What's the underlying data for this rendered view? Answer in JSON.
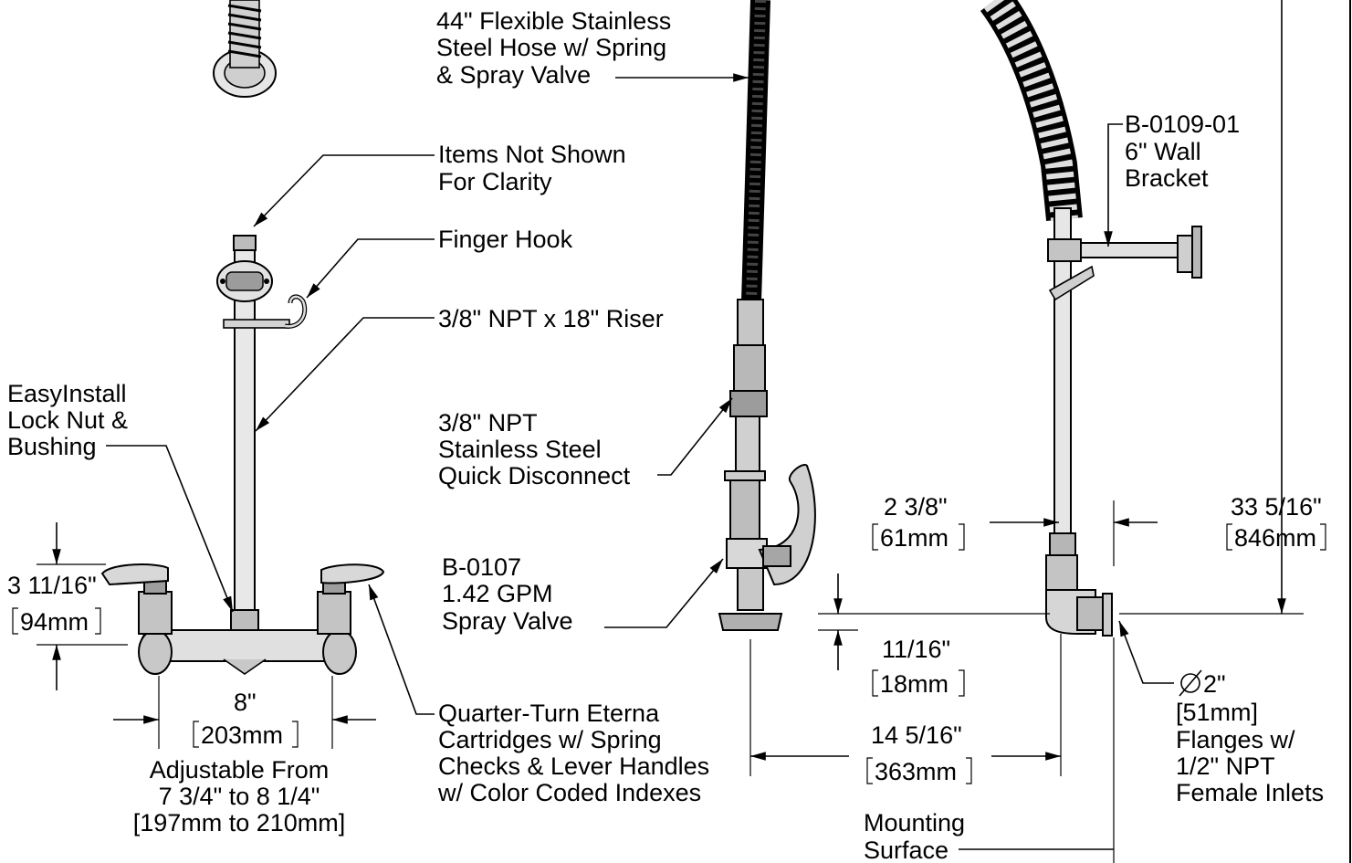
{
  "callouts": {
    "hose": [
      "44\" Flexible Stainless",
      "Steel Hose w/ Spring",
      "& Spray Valve"
    ],
    "items_not_shown": [
      "Items Not Shown",
      "For Clarity"
    ],
    "finger_hook": [
      "Finger Hook"
    ],
    "riser": [
      "3/8\" NPT x 18\" Riser"
    ],
    "lock_nut": [
      "EasyInstall",
      "Lock Nut &",
      "Bushing"
    ],
    "quick_disconnect": [
      "3/8\" NPT",
      "Stainless Steel",
      "Quick Disconnect"
    ],
    "spray_valve": [
      "B-0107",
      "1.42 GPM",
      "Spray Valve"
    ],
    "cartridges": [
      "Quarter-Turn Eterna",
      "Cartridges w/ Spring",
      "Checks & Lever Handles",
      "w/ Color Coded Indexes"
    ],
    "wall_bracket": [
      "B-0109-01",
      "6\" Wall",
      "Bracket"
    ],
    "flanges": [
      "[51mm]",
      "Flanges w/",
      "1/2\" NPT",
      "Female Inlets"
    ],
    "flange_dia": "2\"",
    "mounting_surface": [
      "Mounting",
      "Surface"
    ]
  },
  "dimensions": {
    "height_valve": {
      "imperial": "3 11/16\"",
      "metric": "94mm"
    },
    "center": {
      "imperial": "8\"",
      "metric": "203mm"
    },
    "adjustable": [
      "Adjustable From",
      "7 3/4\" to 8 1/4\"",
      "[197mm to 210mm]"
    ],
    "offset": {
      "imperial": "2 3/8\"",
      "metric": "61mm"
    },
    "total_height": {
      "imperial": "33 5/16\"",
      "metric": "846mm"
    },
    "spray_clearance": {
      "imperial": "11/16\"",
      "metric": "18mm"
    },
    "reach": {
      "imperial": "14 5/16\"",
      "metric": "363mm"
    }
  },
  "icons": {
    "diameter": "diameter-symbol"
  }
}
